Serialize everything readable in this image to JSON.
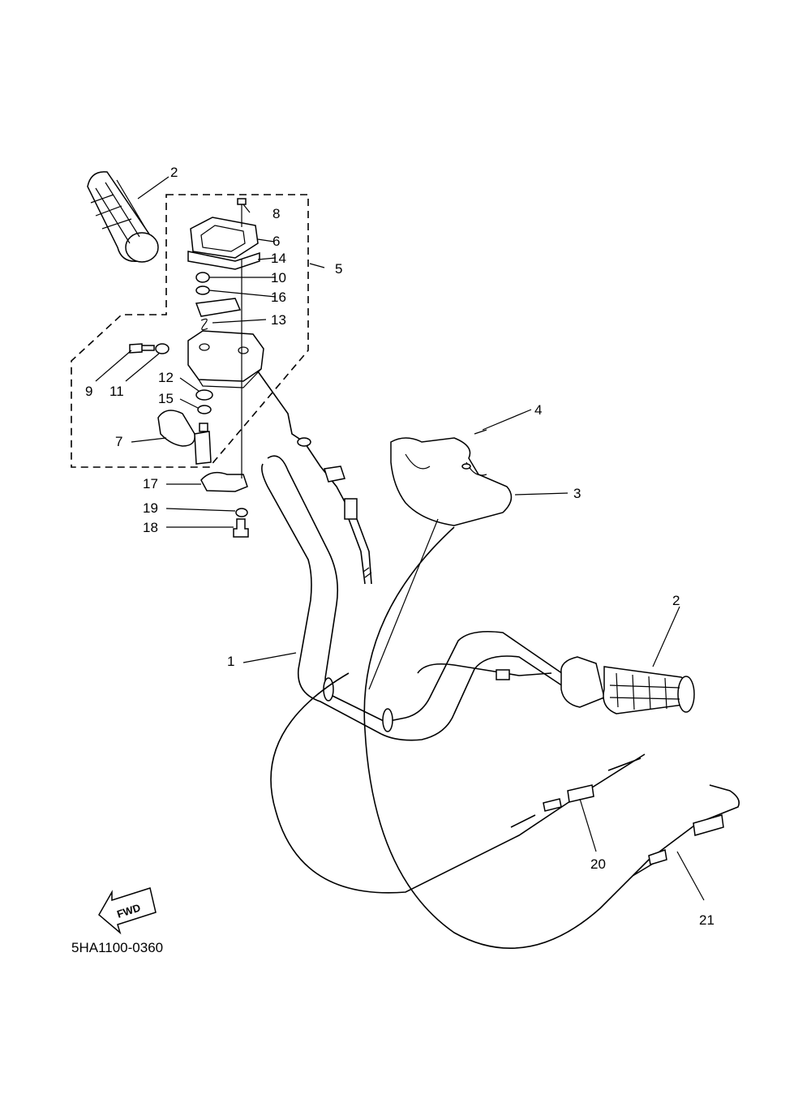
{
  "diagram": {
    "drawing_code": "5HA1100-0360",
    "direction_marker": "FWD",
    "callouts": {
      "c1": "1",
      "c2a": "2",
      "c2b": "2",
      "c3": "3",
      "c4": "4",
      "c5": "5",
      "c6": "6",
      "c7": "7",
      "c8": "8",
      "c9": "9",
      "c10": "10",
      "c11": "11",
      "c12": "12",
      "c13": "13",
      "c14": "14",
      "c15": "15",
      "c16": "16",
      "c17": "17",
      "c18": "18",
      "c19": "19",
      "c20": "20",
      "c21": "21"
    }
  }
}
